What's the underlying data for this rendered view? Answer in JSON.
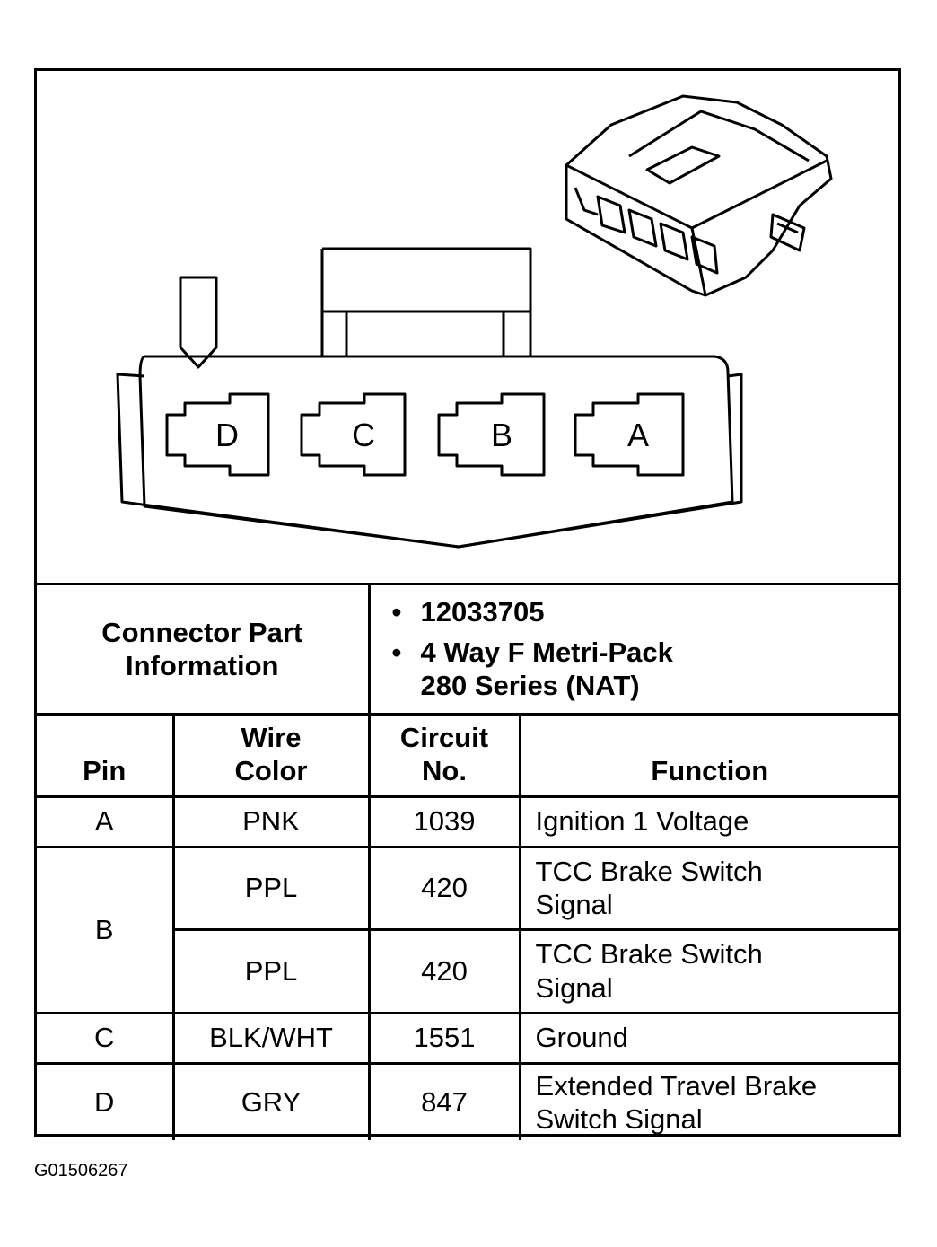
{
  "connector": {
    "pin_letters": [
      "D",
      "C",
      "B",
      "A"
    ]
  },
  "part_info": {
    "label_line1": "Connector Part",
    "label_line2": "Information",
    "items": [
      "12033705",
      "4 Way F Metri-Pack",
      "280 Series (NAT)"
    ],
    "bullet": "•"
  },
  "table": {
    "headers": {
      "pin": "Pin",
      "wire_line1": "Wire",
      "wire_line2": "Color",
      "circuit_line1": "Circuit",
      "circuit_line2": "No.",
      "function": "Function"
    },
    "rows": [
      {
        "pin": "A",
        "color": "PNK",
        "circuit": "1039",
        "function_line1": "Ignition 1 Voltage",
        "function_line2": ""
      },
      {
        "pin": "B",
        "color": "PPL",
        "circuit": "420",
        "function_line1": "TCC Brake Switch",
        "function_line2": "Signal"
      },
      {
        "pin": "",
        "color": "PPL",
        "circuit": "420",
        "function_line1": "TCC Brake Switch",
        "function_line2": "Signal"
      },
      {
        "pin": "C",
        "color": "BLK/WHT",
        "circuit": "1551",
        "function_line1": "Ground",
        "function_line2": ""
      },
      {
        "pin": "D",
        "color": "GRY",
        "circuit": "847",
        "function_line1": "Extended Travel Brake",
        "function_line2": "Switch Signal"
      }
    ]
  },
  "figure_id": "G01506267"
}
